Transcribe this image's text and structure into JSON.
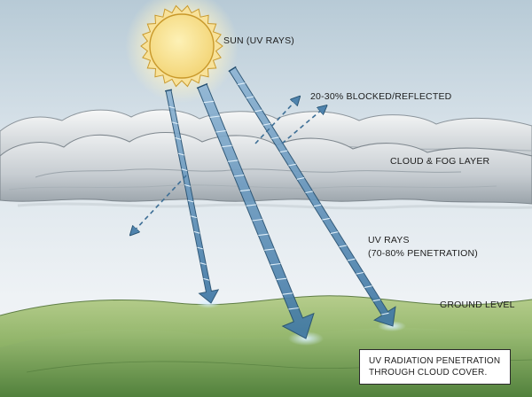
{
  "labels": {
    "sun": "SUN (UV RAYS)",
    "blocked": "20-30% BLOCKED/REFLECTED",
    "cloud": "CLOUD & FOG LAYER",
    "uv_line1": "UV RAYS",
    "uv_line2": "(70-80% PENETRATION)",
    "ground": "GROUND LEVEL"
  },
  "caption": {
    "line1": "UV RADIATION PENETRATION",
    "line2": "THROUGH CLOUD COVER."
  },
  "colors": {
    "sky_top": "#b9cbd6",
    "sky_bottom": "#f1f4f6",
    "sun_fill": "#f7df8c",
    "sun_glow": "#fdf6d2",
    "cloud": "#c5cbd0",
    "cloud_shadow": "#8f979e",
    "ray": "#5d8fb8",
    "ray_dark": "#2f5f86",
    "grass_light": "#a9c47f",
    "grass_dark": "#5f8d45"
  }
}
